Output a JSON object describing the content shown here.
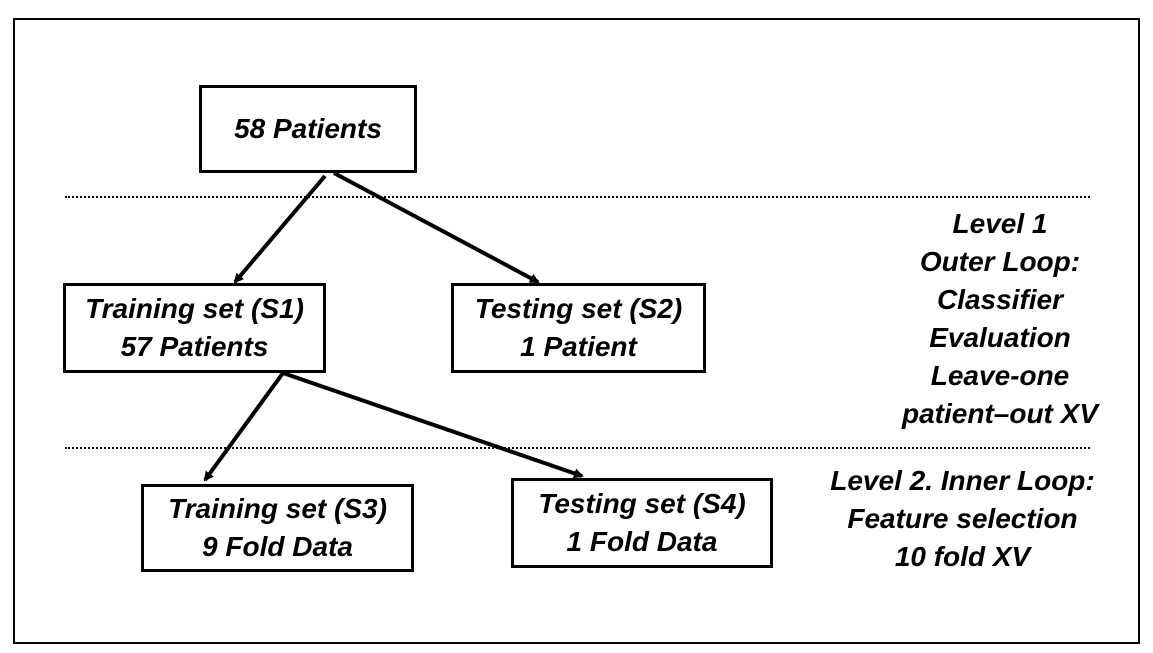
{
  "nodes": {
    "root": {
      "line1": "58 Patients"
    },
    "s1": {
      "line1": "Training set (S1)",
      "line2": "57 Patients"
    },
    "s2": {
      "line1": "Testing set (S2)",
      "line2": "1 Patient"
    },
    "s3": {
      "line1": "Training set (S3)",
      "line2": "9 Fold Data"
    },
    "s4": {
      "line1": "Testing set (S4)",
      "line2": "1 Fold Data"
    }
  },
  "levels": {
    "level1": {
      "lines": [
        "Level 1",
        "Outer Loop:",
        "Classifier",
        "Evaluation",
        "Leave-one",
        "patient–out XV"
      ]
    },
    "level2": {
      "lines": [
        "Level 2. Inner Loop:",
        "Feature selection",
        "10 fold XV"
      ]
    }
  },
  "colors": {
    "stroke": "#000000",
    "background": "#ffffff"
  }
}
